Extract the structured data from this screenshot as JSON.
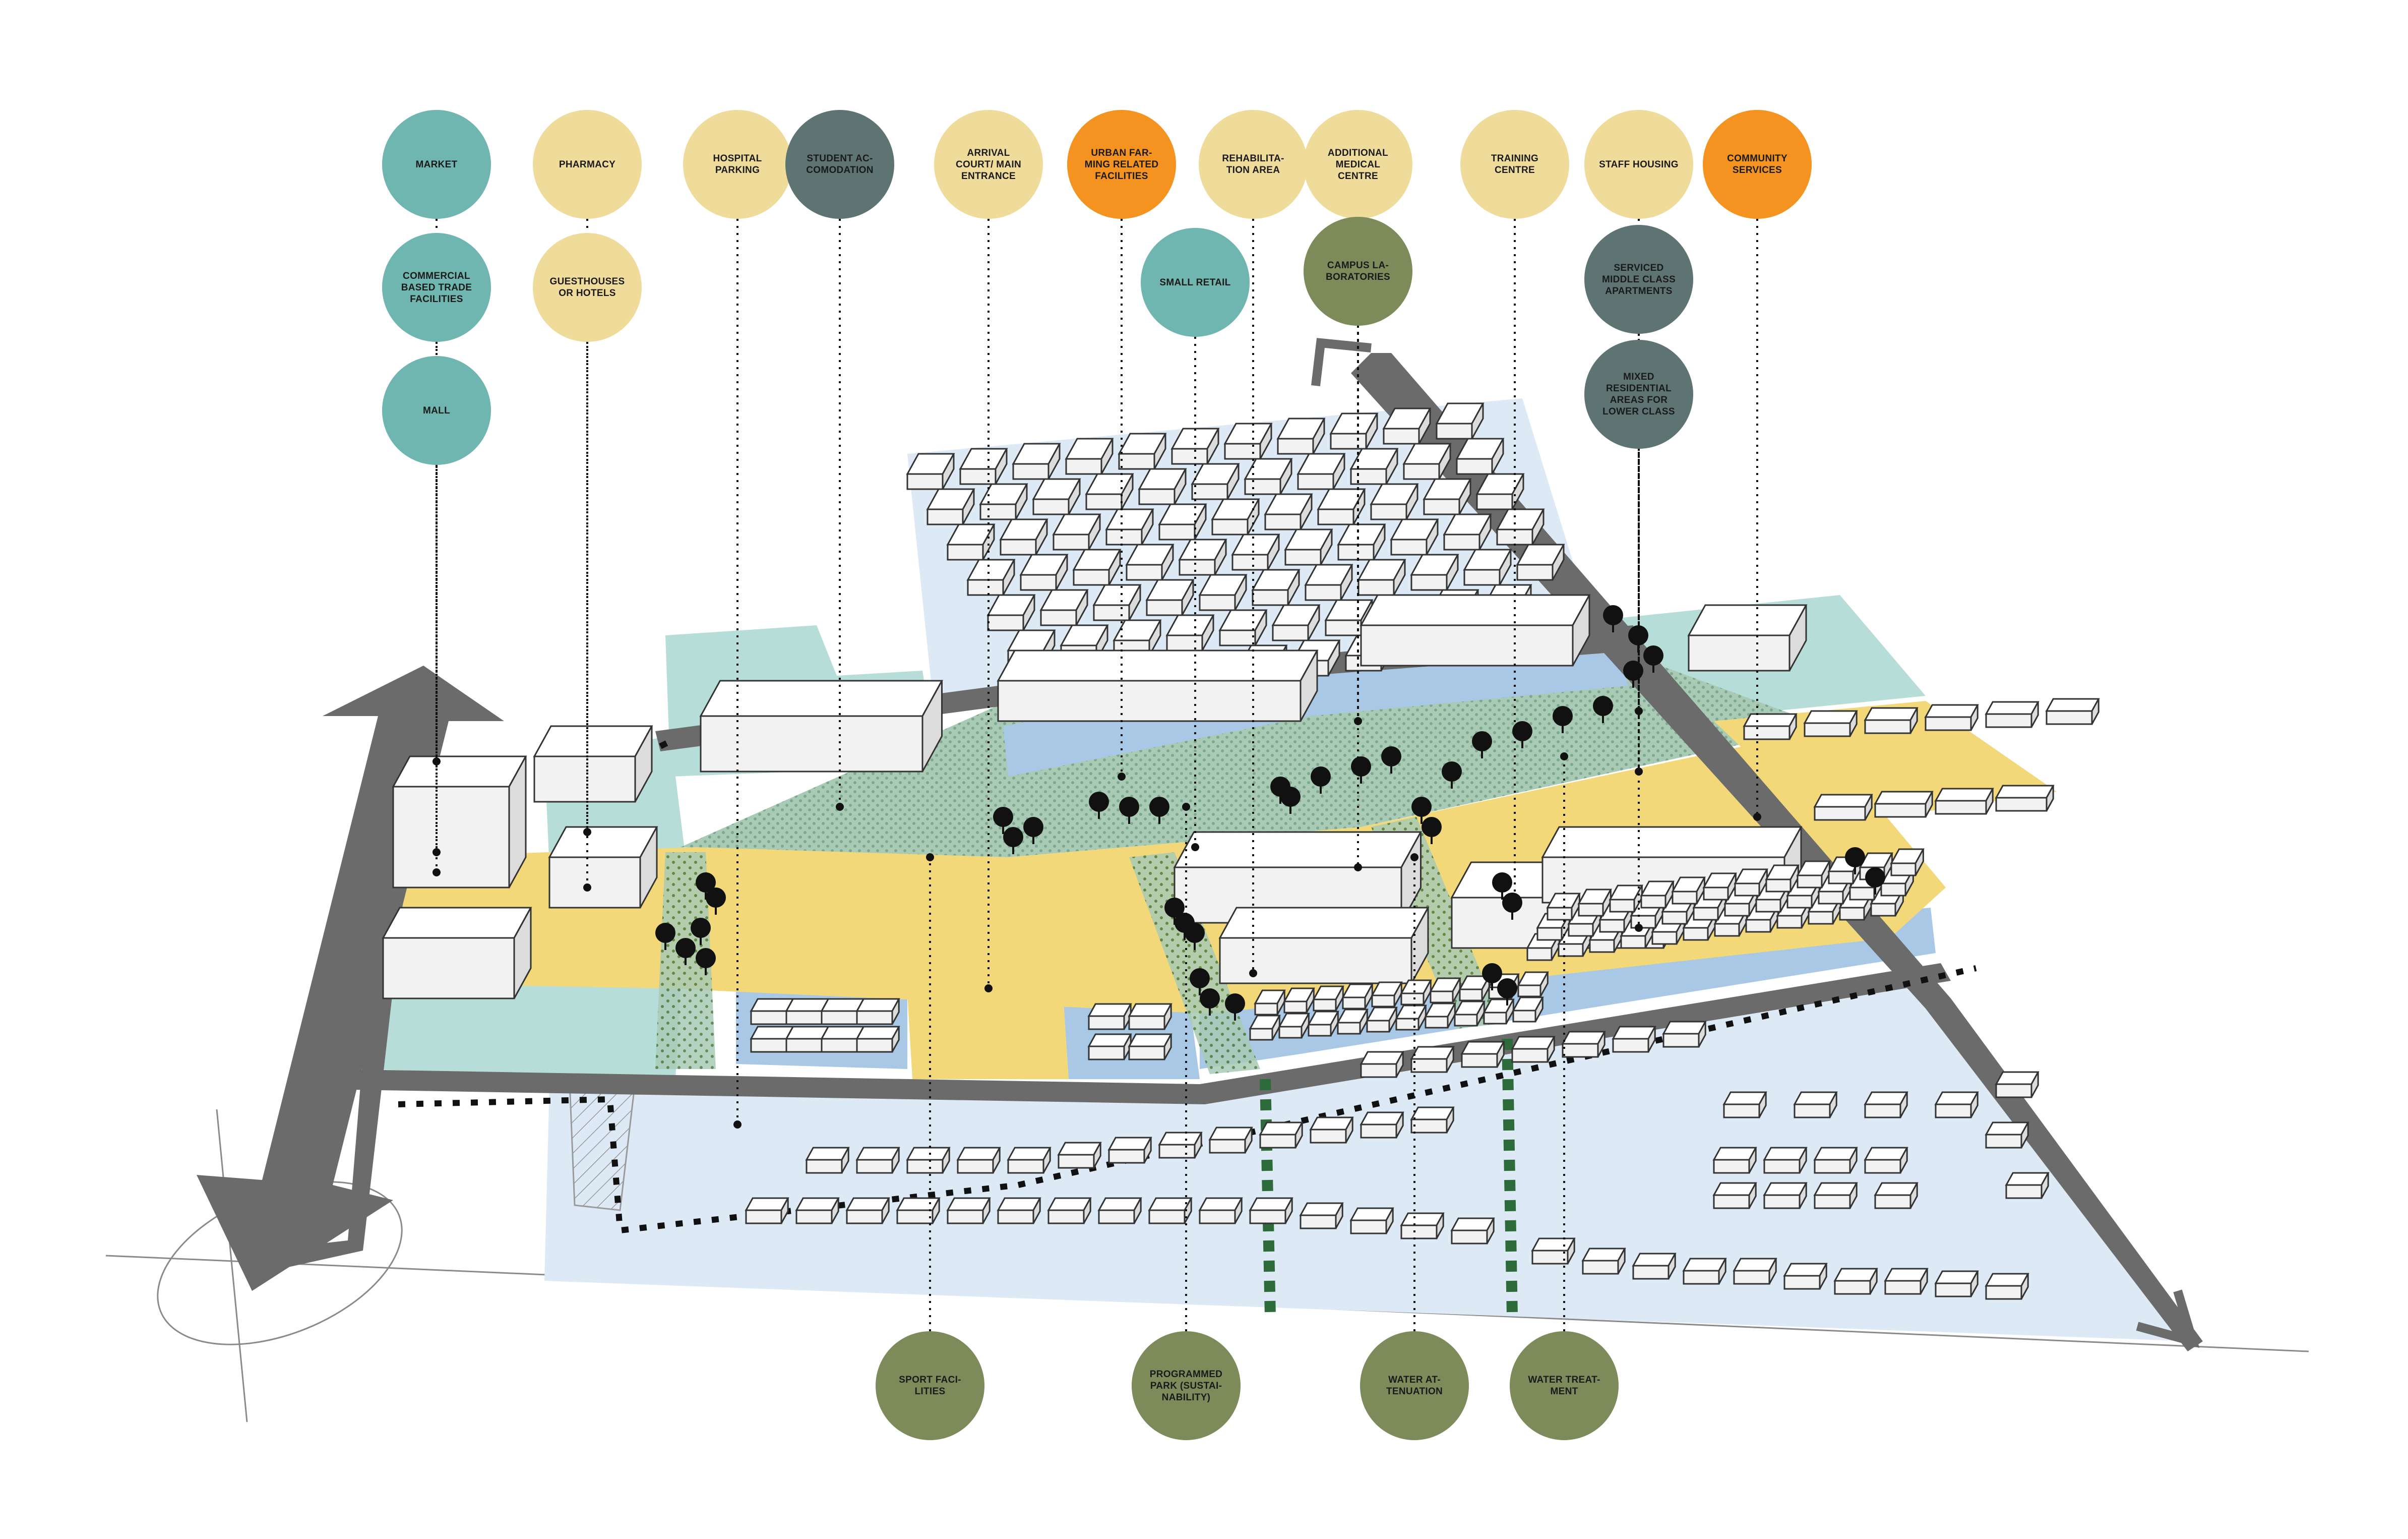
{
  "colors": {
    "teal": "#6fb5b0",
    "yellow": "#f0dc9a",
    "slate": "#5e7473",
    "orange": "#f4931f",
    "olive": "#7d8a5a",
    "zone_yellow": "#f2d878",
    "zone_blue": "#a8c8e6",
    "zone_lightblue": "#dde9f5",
    "zone_mint": "#b7ddd8",
    "zone_green": "#a9cbb6",
    "road": "#6b6b6b"
  },
  "labels": {
    "market": "MARKET",
    "commercial": "COMMERCIAL\nBASED TRADE\nFACILITIES",
    "mall": "MALL",
    "pharmacy": "PHARMACY",
    "guesthouses": "GUESTHOUSES\nOR HOTELS",
    "hospital_parking": "HOSPITAL\nPARKING",
    "student": "STUDENT AC-\nCOMODATION",
    "arrival": "ARRIVAL\nCOURT/ MAIN\nENTRANCE",
    "urban_farming": "URBAN FAR-\nMING RELATED\nFACILITIES",
    "small_retail": "SMALL RETAIL",
    "rehabilitation": "REHABILITA-\nTION AREA",
    "additional_medical": "ADDITIONAL\nMEDICAL\nCENTRE",
    "campus_labs": "CAMPUS LA-\nBORATORIES",
    "training": "TRAINING\nCENTRE",
    "staff_housing": "STAFF HOUSING",
    "serviced": "SERVICED\nMIDDLE CLASS\nAPARTMENTS",
    "mixed": "MIXED\nRESIDENTIAL\nAREAS FOR\nLOWER CLASS",
    "community": "COMMUNITY\nSERVICES",
    "sport": "SPORT FACI-\nLITIES",
    "programmed_park": "PROGRAMMED\nPARK (SUSTAI-\nNABILITY)",
    "water_attenuation": "WATER AT-\nTENUATION",
    "water_treatment": "WATER TREAT-\nMENT"
  }
}
